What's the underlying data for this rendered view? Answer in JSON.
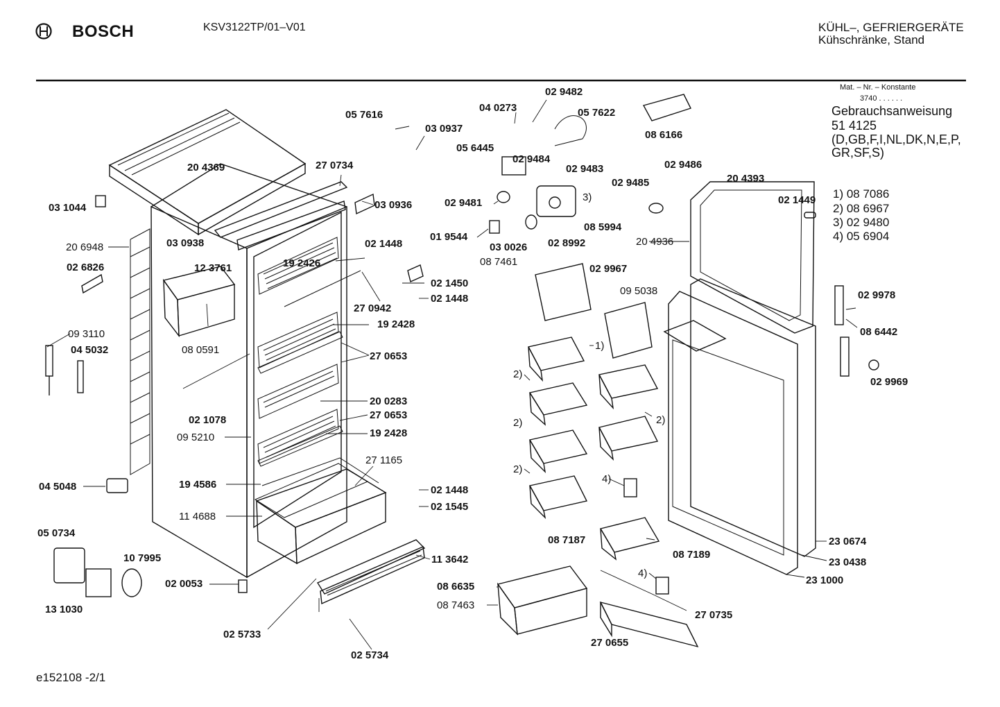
{
  "header": {
    "brand": "BOSCH",
    "model": "KSV3122TP/01–V01",
    "category_line1": "KÜHL–, GEFRIERGERÄTE",
    "category_line2": "Kühschränke, Stand"
  },
  "info": {
    "mat_line1": "Mat. – Nr. – Konstante",
    "mat_line2": "3740  .  .  .  .  .  .",
    "manual_title": "Gebrauchsanweisung",
    "manual_number": "51 4125",
    "languages_line1": "(D,GB,F,I,NL,DK,N,E,P,",
    "languages_line2": "GR,SF,S)",
    "footnotes": [
      "1)  08 7086",
      "2)  08 6967",
      "3)  02 9480",
      "4)  05 6904"
    ]
  },
  "footer": {
    "drawing_id": "e152108 -2/1"
  },
  "parts": [
    {
      "id": "p01",
      "text": "20 4369",
      "bold": true
    },
    {
      "id": "p02",
      "text": "03 1044",
      "bold": true
    },
    {
      "id": "p03",
      "text": "20 6948",
      "bold": false
    },
    {
      "id": "p04",
      "text": "02 6826",
      "bold": true
    },
    {
      "id": "p05",
      "text": "12 3761",
      "bold": true
    },
    {
      "id": "p06",
      "text": "08 0591",
      "bold": false
    },
    {
      "id": "p07",
      "text": "09 3110",
      "bold": false
    },
    {
      "id": "p08",
      "text": "04 5032",
      "bold": true
    },
    {
      "id": "p09",
      "text": "02 1078",
      "bold": true
    },
    {
      "id": "p10",
      "text": "09 5210",
      "bold": false
    },
    {
      "id": "p11",
      "text": "19 4586",
      "bold": true
    },
    {
      "id": "p12",
      "text": "11 4688",
      "bold": false
    },
    {
      "id": "p13",
      "text": "04 5048",
      "bold": true
    },
    {
      "id": "p14",
      "text": "05 0734",
      "bold": true
    },
    {
      "id": "p15",
      "text": "10 7995",
      "bold": true
    },
    {
      "id": "p16",
      "text": "13 1030",
      "bold": true
    },
    {
      "id": "p17",
      "text": "02 0053",
      "bold": true
    },
    {
      "id": "p18",
      "text": "02 5733",
      "bold": true
    },
    {
      "id": "p19",
      "text": "02 5734",
      "bold": true
    },
    {
      "id": "p20",
      "text": "11 3642",
      "bold": true
    },
    {
      "id": "p21",
      "text": "05 7616",
      "bold": true
    },
    {
      "id": "p22",
      "text": "03 0937",
      "bold": true
    },
    {
      "id": "p23",
      "text": "27 0734",
      "bold": true
    },
    {
      "id": "p24",
      "text": "03 0936",
      "bold": true
    },
    {
      "id": "p25",
      "text": "03 0938",
      "bold": true
    },
    {
      "id": "p26",
      "text": "19 2426",
      "bold": true
    },
    {
      "id": "p27",
      "text": "02 1448",
      "bold": true
    },
    {
      "id": "p28",
      "text": "02 1450",
      "bold": true
    },
    {
      "id": "p29",
      "text": "02 1448",
      "bold": true
    },
    {
      "id": "p30",
      "text": "27 0942",
      "bold": true
    },
    {
      "id": "p31",
      "text": "19 2428",
      "bold": true
    },
    {
      "id": "p32",
      "text": "27 0653",
      "bold": true
    },
    {
      "id": "p33",
      "text": "20 0283",
      "bold": true
    },
    {
      "id": "p34",
      "text": "27 0653",
      "bold": true
    },
    {
      "id": "p35",
      "text": "19 2428",
      "bold": true
    },
    {
      "id": "p36",
      "text": "27 1165",
      "bold": false
    },
    {
      "id": "p37",
      "text": "02 1448",
      "bold": true
    },
    {
      "id": "p38",
      "text": "02 1545",
      "bold": true
    },
    {
      "id": "p39",
      "text": "02 9482",
      "bold": true
    },
    {
      "id": "p40",
      "text": "04 0273",
      "bold": true
    },
    {
      "id": "p41",
      "text": "05 7622",
      "bold": true
    },
    {
      "id": "p42",
      "text": "08 6166",
      "bold": true
    },
    {
      "id": "p43",
      "text": "05 6445",
      "bold": true
    },
    {
      "id": "p44",
      "text": "02 9484",
      "bold": true
    },
    {
      "id": "p45",
      "text": "02 9483",
      "bold": true
    },
    {
      "id": "p46",
      "text": "02 9486",
      "bold": true
    },
    {
      "id": "p47",
      "text": "02 9485",
      "bold": true
    },
    {
      "id": "p48",
      "text": "3)",
      "bold": false
    },
    {
      "id": "p49",
      "text": "02 9481",
      "bold": true
    },
    {
      "id": "p50",
      "text": "01 9544",
      "bold": true
    },
    {
      "id": "p51",
      "text": "08 5994",
      "bold": true
    },
    {
      "id": "p52",
      "text": "03 0026",
      "bold": true
    },
    {
      "id": "p53",
      "text": "02 8992",
      "bold": true
    },
    {
      "id": "p54",
      "text": "08 7461",
      "bold": false
    },
    {
      "id": "p55",
      "text": "02 9967",
      "bold": true
    },
    {
      "id": "p56",
      "text": "09 5038",
      "bold": false
    },
    {
      "id": "p57",
      "text": "1)",
      "bold": false
    },
    {
      "id": "p58",
      "text": "2)",
      "bold": false
    },
    {
      "id": "p59",
      "text": "2)",
      "bold": false
    },
    {
      "id": "p60",
      "text": "2)",
      "bold": false
    },
    {
      "id": "p61",
      "text": "4)",
      "bold": false
    },
    {
      "id": "p62",
      "text": "08 7187",
      "bold": true
    },
    {
      "id": "p63",
      "text": "08 7189",
      "bold": true
    },
    {
      "id": "p64",
      "text": "08 6635",
      "bold": true
    },
    {
      "id": "p65",
      "text": "08 7463",
      "bold": false
    },
    {
      "id": "p66",
      "text": "4)",
      "bold": false
    },
    {
      "id": "p67",
      "text": "27 0735",
      "bold": true
    },
    {
      "id": "p68",
      "text": "27 0655",
      "bold": true
    },
    {
      "id": "p69",
      "text": "20 4393",
      "bold": true
    },
    {
      "id": "p70",
      "text": "02 1449",
      "bold": true
    },
    {
      "id": "p71",
      "text": "20 4936",
      "bold": false
    },
    {
      "id": "p72",
      "text": "02 9978",
      "bold": true
    },
    {
      "id": "p73",
      "text": "08 6442",
      "bold": true
    },
    {
      "id": "p74",
      "text": "02 9969",
      "bold": true
    },
    {
      "id": "p75",
      "text": "23 0674",
      "bold": true
    },
    {
      "id": "p76",
      "text": "23 0438",
      "bold": true
    },
    {
      "id": "p77",
      "text": "23 1000",
      "bold": true
    },
    {
      "id": "p78",
      "text": "2)",
      "bold": false
    }
  ]
}
